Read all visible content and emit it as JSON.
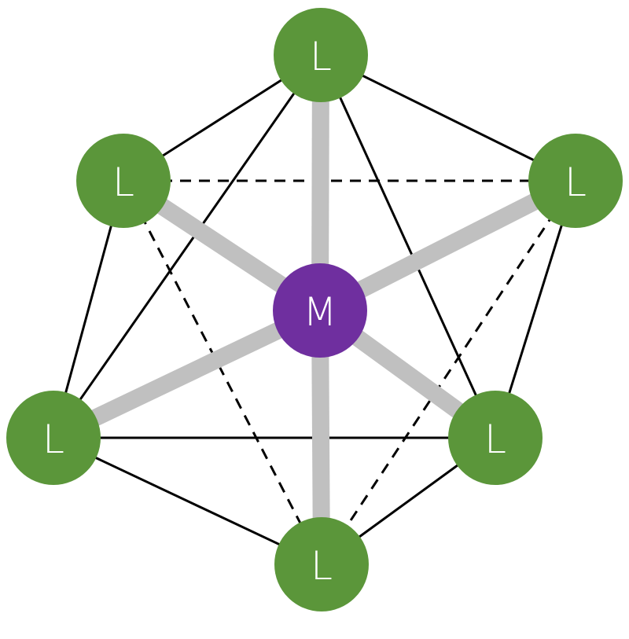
{
  "colors": {
    "ligand": "#5b963a",
    "metal": "#6f2f9f",
    "bond": "#c0c0c0",
    "edge": "#000000",
    "label": "#ffffff"
  },
  "metal": {
    "label": "M"
  },
  "ligands": [
    {
      "id": "top",
      "label": "L"
    },
    {
      "id": "upper-left",
      "label": "L"
    },
    {
      "id": "upper-right",
      "label": "L"
    },
    {
      "id": "lower-left",
      "label": "L"
    },
    {
      "id": "lower-right",
      "label": "L"
    },
    {
      "id": "bottom",
      "label": "L"
    }
  ],
  "edges": [
    {
      "from": "top",
      "to": "upper-left",
      "style": "solid"
    },
    {
      "from": "top",
      "to": "upper-right",
      "style": "solid"
    },
    {
      "from": "top",
      "to": "lower-left",
      "style": "solid"
    },
    {
      "from": "top",
      "to": "lower-right",
      "style": "solid"
    },
    {
      "from": "upper-left",
      "to": "lower-left",
      "style": "solid"
    },
    {
      "from": "upper-right",
      "to": "lower-right",
      "style": "solid"
    },
    {
      "from": "lower-left",
      "to": "lower-right",
      "style": "solid"
    },
    {
      "from": "lower-left",
      "to": "bottom",
      "style": "solid"
    },
    {
      "from": "lower-right",
      "to": "bottom",
      "style": "solid"
    },
    {
      "from": "upper-left",
      "to": "upper-right",
      "style": "dashed"
    },
    {
      "from": "upper-left",
      "to": "bottom",
      "style": "dashed"
    },
    {
      "from": "upper-right",
      "to": "bottom",
      "style": "dashed"
    }
  ]
}
